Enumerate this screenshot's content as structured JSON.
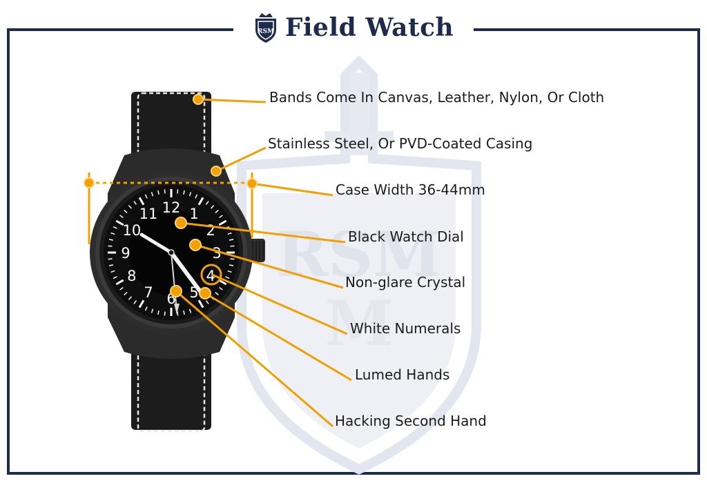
{
  "title": "Field Watch",
  "logo": {
    "initials": "RSM",
    "icon": "crest-icon"
  },
  "watermark": {
    "initials": "RSM"
  },
  "colors": {
    "navy": "#1f2b4d",
    "accent": "#f0a000",
    "watch_body": "#262626",
    "strap": "#1a1a1a",
    "stitch": "#e8e8e8",
    "watermark": "#dfe3ec"
  },
  "dial_numerals": [
    "12",
    "1",
    "2",
    "3",
    "4",
    "5",
    "6",
    "7",
    "8",
    "9",
    "10",
    "11"
  ],
  "callouts": [
    {
      "id": "bands",
      "label": "Bands Come In Canvas, Leather, Nylon, Or Cloth"
    },
    {
      "id": "casing",
      "label": "Stainless Steel,  Or PVD-Coated Casing"
    },
    {
      "id": "case-width",
      "label": "Case Width 36-44mm"
    },
    {
      "id": "dial",
      "label": "Black Watch Dial"
    },
    {
      "id": "crystal",
      "label": "Non-glare Crystal"
    },
    {
      "id": "numerals",
      "label": "White Numerals"
    },
    {
      "id": "hands",
      "label": "Lumed Hands"
    },
    {
      "id": "second-hand",
      "label": "Hacking Second Hand"
    }
  ]
}
